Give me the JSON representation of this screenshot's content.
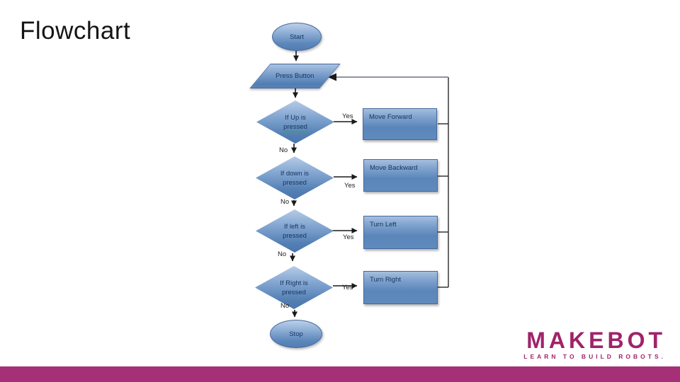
{
  "slide": {
    "title": "Flowchart"
  },
  "flowchart": {
    "start": {
      "label": "Start"
    },
    "press_button": {
      "label": "Press Button"
    },
    "decisions": [
      {
        "line1": "If Up is",
        "line2": "pressed",
        "yes": "Yes",
        "no": "No",
        "action": "Move Forward"
      },
      {
        "line1": "If down is",
        "line2": "pressed",
        "yes": "Yes",
        "no": "No",
        "action": "Move Backward"
      },
      {
        "line1": "If left is",
        "line2": "pressed",
        "yes": "Yes",
        "no": "No",
        "action": "Turn Left"
      },
      {
        "line1": "If Right is",
        "line2": "pressed",
        "yes": "Yes",
        "no": "No",
        "action": "Turn Right"
      }
    ],
    "stop": {
      "label": "Stop"
    }
  },
  "branding": {
    "logo_text": "MAKEBOT",
    "tagline": "LEARN TO BUILD ROBOTS.",
    "logo_color": "#a02368",
    "bar_color": "#a53078"
  },
  "colors": {
    "shape_fill_light": "#b6cbe5",
    "shape_fill_dark": "#4f7cb2",
    "shape_border": "#44699c",
    "shape_text": "#16355c",
    "connector": "#26282b",
    "loop_line_gray": "#8f959c"
  }
}
